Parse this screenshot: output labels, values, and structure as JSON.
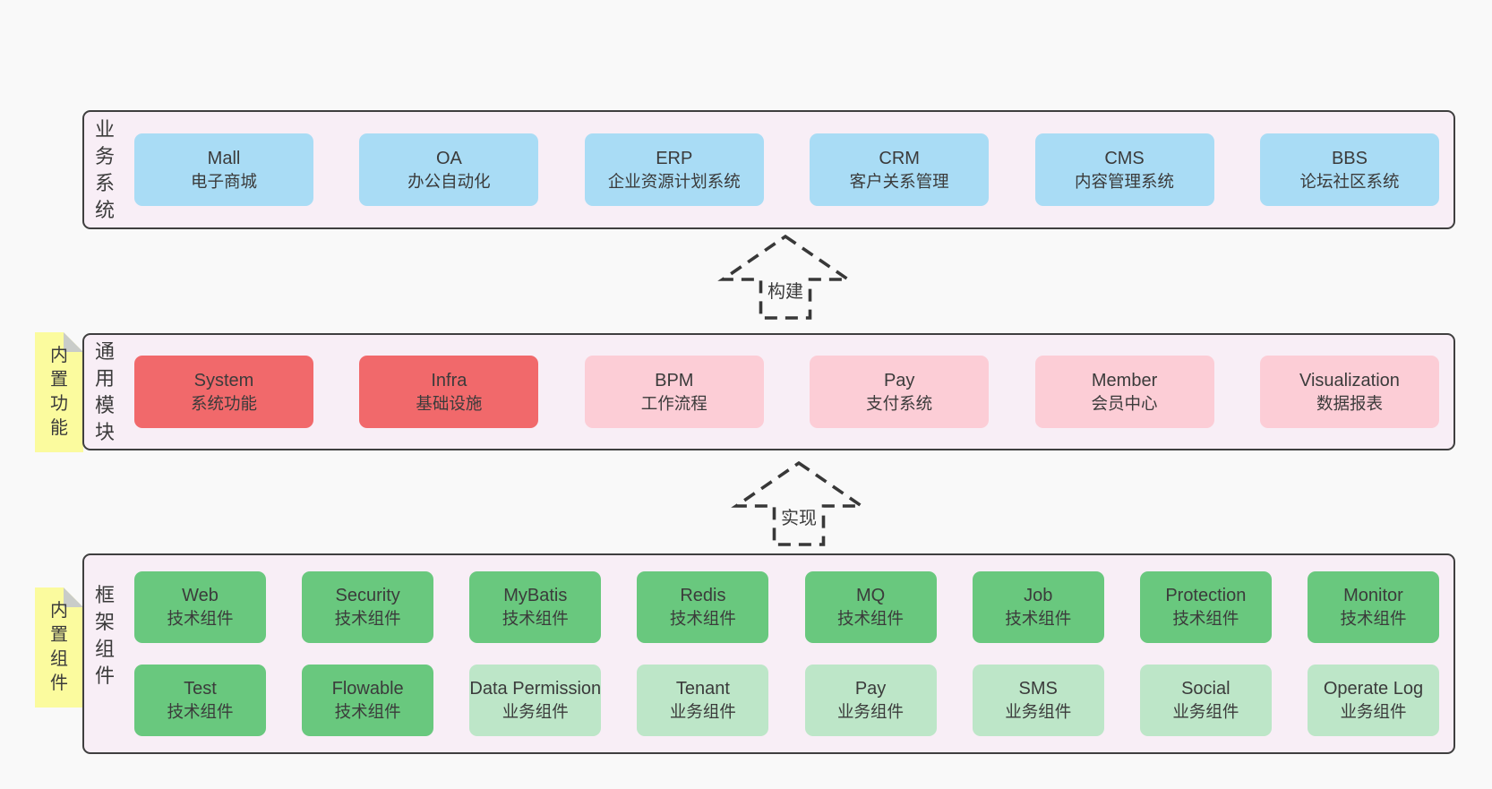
{
  "colors": {
    "bg": "#f9f9f9",
    "panel": "#f8eef6",
    "ink": "#3b3b3b",
    "blue": "#a9dcf5",
    "red": "#f1696b",
    "pink": "#fccdd6",
    "green": "#69c87e",
    "lgreen": "#bde6c8",
    "yellow": "#fbfb9e",
    "foldgray": "#c9ccc9"
  },
  "arrows": {
    "build": "构建",
    "implement": "实现"
  },
  "business": {
    "label": "业务系统",
    "boxes": [
      {
        "en": "Mall",
        "zh": "电子商城"
      },
      {
        "en": "OA",
        "zh": "办公自动化"
      },
      {
        "en": "ERP",
        "zh": "企业资源计划系统"
      },
      {
        "en": "CRM",
        "zh": "客户关系管理"
      },
      {
        "en": "CMS",
        "zh": "内容管理系统"
      },
      {
        "en": "BBS",
        "zh": "论坛社区系统"
      }
    ]
  },
  "modules": {
    "sticky": "内置功能",
    "label": "通用模块",
    "boxes": [
      {
        "en": "System",
        "zh": "系统功能"
      },
      {
        "en": "Infra",
        "zh": "基础设施"
      },
      {
        "en": "BPM",
        "zh": "工作流程"
      },
      {
        "en": "Pay",
        "zh": "支付系统"
      },
      {
        "en": "Member",
        "zh": "会员中心"
      },
      {
        "en": "Visualization",
        "zh": "数据报表"
      }
    ]
  },
  "components": {
    "sticky": "内置组件",
    "label": "框架组件",
    "row1": [
      {
        "en": "Web",
        "zh": "技术组件"
      },
      {
        "en": "Security",
        "zh": "技术组件"
      },
      {
        "en": "MyBatis",
        "zh": "技术组件"
      },
      {
        "en": "Redis",
        "zh": "技术组件"
      },
      {
        "en": "MQ",
        "zh": "技术组件"
      },
      {
        "en": "Job",
        "zh": "技术组件"
      },
      {
        "en": "Protection",
        "zh": "技术组件"
      },
      {
        "en": "Monitor",
        "zh": "技术组件"
      }
    ],
    "row2": [
      {
        "en": "Test",
        "zh": "技术组件"
      },
      {
        "en": "Flowable",
        "zh": "技术组件"
      },
      {
        "en": "Data Permission",
        "zh": "业务组件"
      },
      {
        "en": "Tenant",
        "zh": "业务组件"
      },
      {
        "en": "Pay",
        "zh": "业务组件"
      },
      {
        "en": "SMS",
        "zh": "业务组件"
      },
      {
        "en": "Social",
        "zh": "业务组件"
      },
      {
        "en": "Operate Log",
        "zh": "业务组件"
      }
    ]
  }
}
